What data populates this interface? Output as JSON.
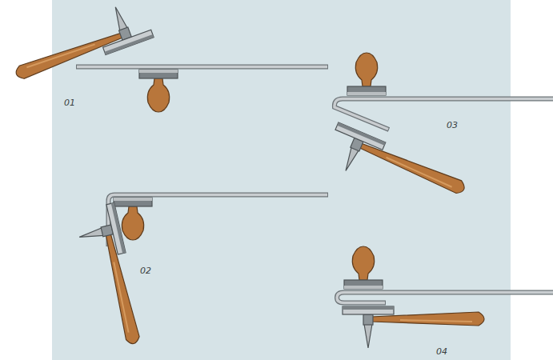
{
  "diagram": {
    "labels": [
      "01",
      "02",
      "03",
      "04"
    ]
  }
}
